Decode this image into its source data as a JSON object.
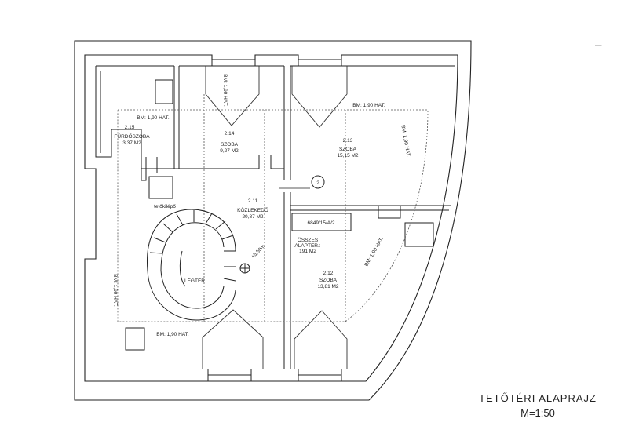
{
  "drawing": {
    "title": "TETŐTÉRI  ALAPRAJZ",
    "scale": "M=1:50",
    "corner_mark": "—·"
  },
  "rooms": {
    "bath": {
      "number": "2.15",
      "name": "FÜRDŐSZOBA",
      "area": "3,37 M2"
    },
    "room_214": {
      "number": "2.14",
      "name": "SZOBA",
      "area": "9,27 M2"
    },
    "room_213": {
      "number": "2.13",
      "name": "SZOBA",
      "area": "15,15 M2"
    },
    "corridor": {
      "number": "2.11",
      "name": "KÖZLEKEDŐ",
      "area": "20,87 M2"
    },
    "room_212": {
      "number": "2.12",
      "name": "SZOBA",
      "area": "13,81 M2"
    }
  },
  "labels": {
    "void": "LÉGTÉR",
    "attic_hatch": "tetőkilépő",
    "level": "+3,50m",
    "parcel_box": "6849/15/A/2",
    "total_l1": "ÖSSZES",
    "total_l2": "ALAPTER.:",
    "total_l3": "191 M2",
    "section_marker": "2",
    "bm_bath": "BM: 1,90 HAT.",
    "bm_room214": "BM: 1,90 HAT.",
    "bm_top_right": "BM: 1,90 HAT.",
    "bm_right_213": "BM: 1,90 HAT.",
    "bm_right_212": "BM: 1,90 HAT.",
    "bm_left": "BM: 1,90 HAT.",
    "bm_bottom": "BM: 1,90 HAT."
  },
  "colors": {
    "line": "#222222",
    "dashed": "#555555",
    "paper": "#ffffff"
  }
}
